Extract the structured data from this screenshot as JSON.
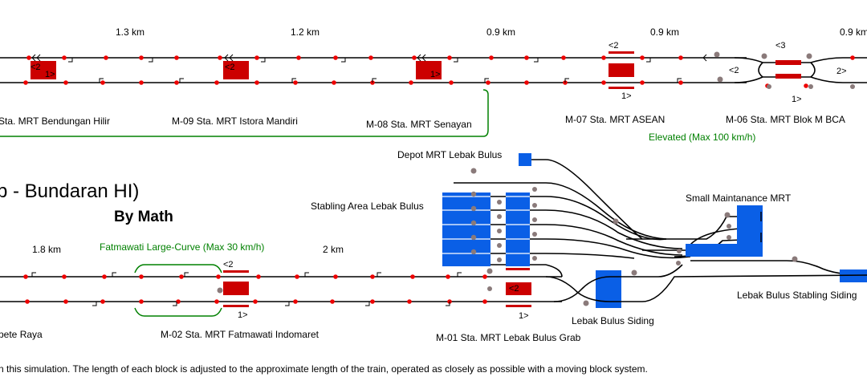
{
  "title": {
    "main": "b - Bundaran HI)",
    "author": "By Math"
  },
  "distances": {
    "d_hilir_istora": "1.3 km",
    "d_istora_senayan": "1.2 km",
    "d_senayan_asean": "0.9 km",
    "d_asean_blokm": "0.9 km",
    "d_blokm_next": "0.9 km",
    "d_lower_left": "1.8 km",
    "d_fatmawati_lebakbulus": "2 km"
  },
  "stations": {
    "bendungan_hilir": "Sta. MRT Bendungan Hilir",
    "istora_mandiri": "M-09 Sta. MRT Istora Mandiri",
    "senayan": "M-08 Sta. MRT Senayan",
    "asean": "M-07 Sta. MRT ASEAN",
    "blok_m": "M-06 Sta. MRT Blok M BCA",
    "cipete": "pete Raya",
    "fatmawati": "M-02 Sta. MRT Fatmawati Indomaret",
    "lebak_bulus": "M-01 Sta. MRT Lebak Bulus Grab"
  },
  "zones": {
    "elevated": "Elevated (Max 100 km/h)",
    "fatmawati_curve": "Fatmawati Large-Curve (Max 30 km/h)"
  },
  "depot": {
    "depot_name": "Depot MRT Lebak Bulus",
    "stabling_area": "Stabling Area Lebak Bulus",
    "small_maintenance": "Small Maintanance MRT",
    "lebak_bulus_siding": "Lebak Bulus Siding",
    "stabling_siding": "Lebak Bulus Stabling Siding"
  },
  "direction_marks": {
    "dir_2_left": "<2",
    "dir_1_right": "1>",
    "dir_3_left": "<3",
    "dir_2_right": "2>"
  },
  "footer": {
    "note": "n this simulation. The length of each block is adjusted to the approximate length of the train, operated as closely as possible with a moving block system."
  },
  "colors": {
    "track": "#000000",
    "platform": "#cc0000",
    "signal": "#ee0000",
    "depot_block": "#0a5fe6",
    "speed_zone": "#008000",
    "switch": "#8a7a7a"
  }
}
